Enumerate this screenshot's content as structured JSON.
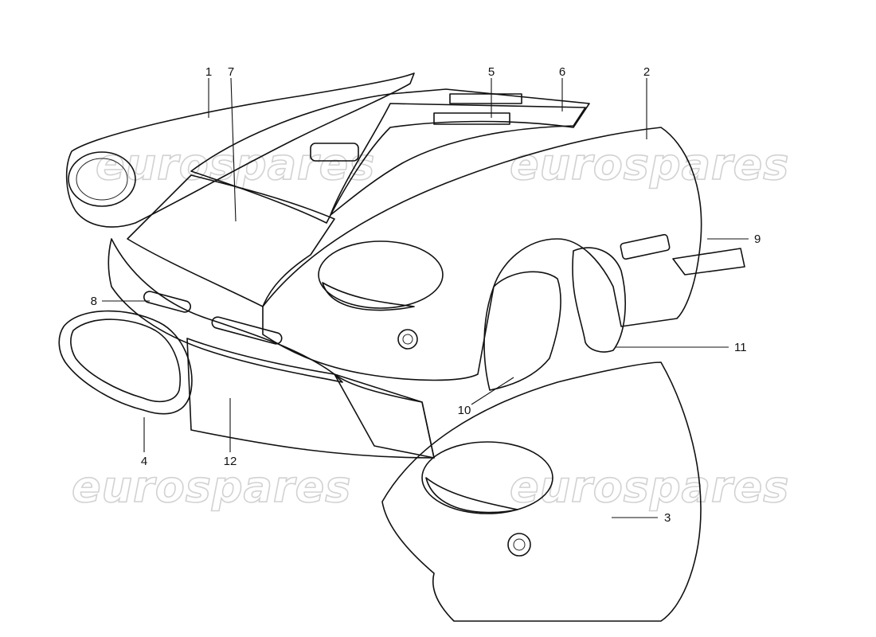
{
  "watermark": {
    "text": "eurospares",
    "color": "#d2d2d2"
  },
  "callouts": [
    {
      "label": "1"
    },
    {
      "label": "7"
    },
    {
      "label": "5"
    },
    {
      "label": "6"
    },
    {
      "label": "2"
    },
    {
      "label": "9"
    },
    {
      "label": "8"
    },
    {
      "label": "11"
    },
    {
      "label": "10"
    },
    {
      "label": "4"
    },
    {
      "label": "12"
    },
    {
      "label": "3"
    }
  ],
  "colors": {
    "ink": "#111111",
    "paper": "#ffffff"
  }
}
